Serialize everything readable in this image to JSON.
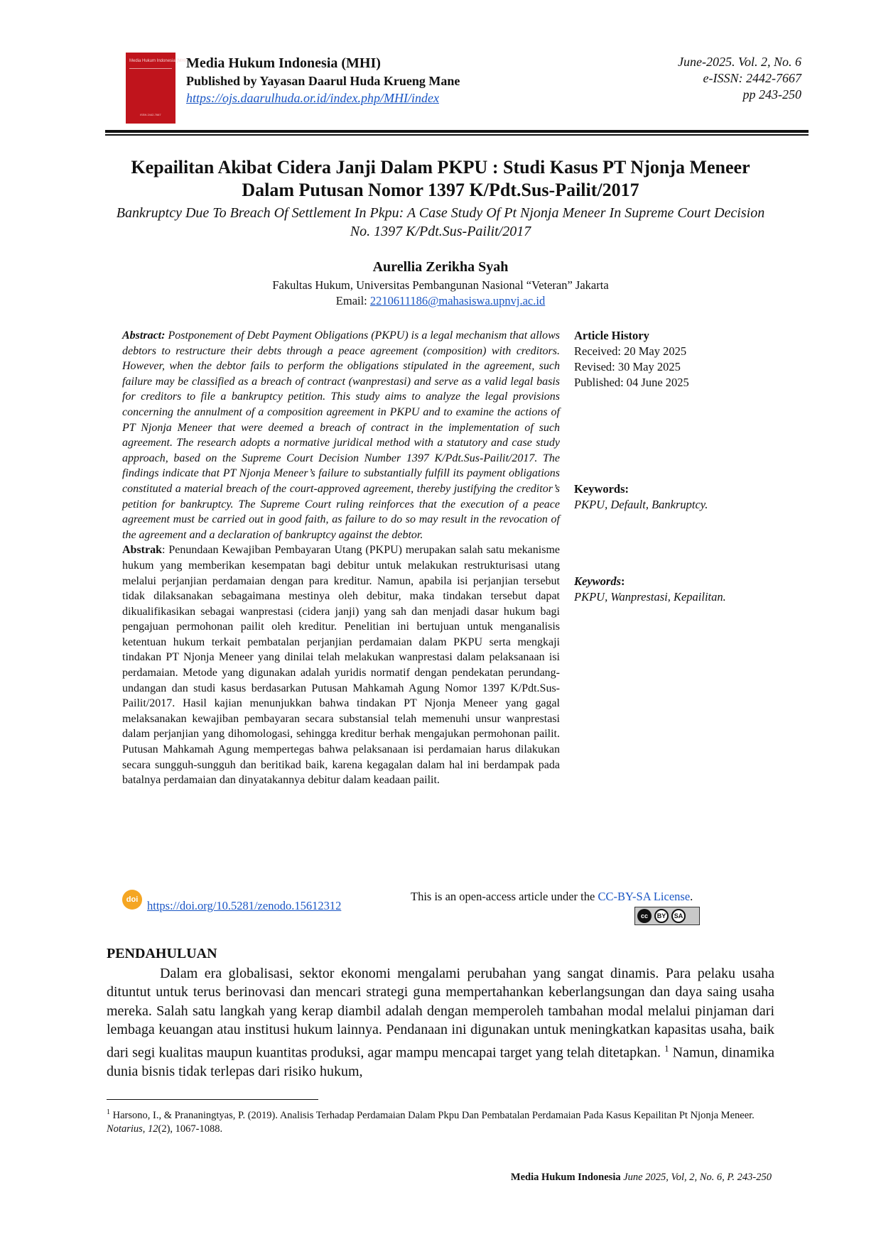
{
  "header": {
    "cover_title": "Media Hukum Indonesia (MHI)",
    "cover_issn": "ISSN 2442-7667",
    "journal_name": "Media Hukum Indonesia (MHI)",
    "publisher": "Published by Yayasan Daarul Huda Krueng Mane",
    "url": "https://ojs.daarulhuda.or.id/index.php/MHI/index",
    "issue": "June-2025. Vol. 2, No. 6",
    "eissn": "e-ISSN: 2442-7667",
    "pages": "pp 243-250"
  },
  "article": {
    "title": "Kepailitan Akibat Cidera Janji Dalam PKPU : Studi Kasus PT Njonja Meneer Dalam Putusan Nomor 1397 K/Pdt.Sus-Pailit/2017",
    "subtitle": "Bankruptcy Due To Breach Of Settlement In Pkpu: A Case Study Of Pt Njonja Meneer In Supreme Court Decision No. 1397 K/Pdt.Sus-Pailit/2017",
    "author": "Aurellia Zerikha Syah",
    "affiliation": "Fakultas Hukum, Universitas Pembangunan Nasional “Veteran” Jakarta",
    "email_label": "Email: ",
    "email": "2210611186@mahasiswa.upnvj.ac.id"
  },
  "abstract_en": {
    "label": "Abstract:",
    "text": " Postponement of Debt Payment Obligations (PKPU) is a legal mechanism that allows debtors to restructure their debts through a peace agreement (composition) with creditors. However, when the debtor fails to perform the obligations stipulated in the agreement, such failure may be classified as a breach of contract (wanprestasi) and serve as a valid legal basis for creditors to file a bankruptcy petition. This study aims to analyze the legal provisions concerning the annulment of a composition agreement in PKPU and to examine the actions of PT Njonja Meneer that were deemed a breach of contract in the implementation of such agreement. The research adopts a normative juridical method with a statutory and case study approach, based on the Supreme Court Decision Number 1397 K/Pdt.Sus-Pailit/2017. The findings indicate that PT Njonja Meneer’s failure to substantially fulfill its payment obligations constituted a material breach of the court-approved agreement, thereby justifying the creditor’s petition for bankruptcy. The Supreme Court ruling reinforces that the execution of a peace agreement must be carried out in good faith, as failure to do so may result in the revocation of the agreement and a declaration of bankruptcy against the debtor."
  },
  "abstract_id": {
    "label": "Abstrak",
    "text": ": Penundaan Kewajiban Pembayaran Utang (PKPU) merupakan salah satu mekanisme hukum yang memberikan kesempatan bagi debitur untuk melakukan restrukturisasi utang melalui perjanjian perdamaian dengan para kreditur. Namun, apabila isi perjanjian tersebut tidak dilaksanakan sebagaimana mestinya oleh debitur, maka tindakan tersebut dapat dikualifikasikan sebagai wanprestasi (cidera janji) yang sah dan menjadi dasar hukum bagi pengajuan permohonan pailit oleh kreditur. Penelitian ini bertujuan untuk menganalisis ketentuan hukum terkait pembatalan perjanjian perdamaian dalam PKPU serta mengkaji tindakan PT Njonja Meneer yang dinilai telah melakukan wanprestasi dalam pelaksanaan isi perdamaian. Metode yang digunakan adalah yuridis normatif dengan pendekatan perundang-undangan dan studi kasus berdasarkan Putusan Mahkamah Agung Nomor 1397 K/Pdt.Sus-Pailit/2017. Hasil kajian menunjukkan bahwa tindakan PT Njonja Meneer yang gagal melaksanakan kewajiban pembayaran secara substansial telah memenuhi unsur wanprestasi dalam perjanjian yang dihomologasi, sehingga kreditur berhak mengajukan permohonan pailit. Putusan Mahkamah Agung mempertegas bahwa pelaksanaan isi perdamaian harus dilakukan secara sungguh-sungguh dan beritikad baik, karena kegagalan dalam hal ini berdampak pada batalnya perdamaian dan dinyatakannya debitur dalam keadaan pailit."
  },
  "history": {
    "heading": "Article History",
    "received": "Received: 20 May 2025",
    "revised": "Revised: 30 May 2025",
    "published": "Published: 04 June 2025"
  },
  "keywords_en": {
    "heading": "Keywords:",
    "text": "PKPU, Default, Bankruptcy."
  },
  "keywords_id": {
    "heading": "Keywords",
    "colon": ":",
    "text": "PKPU, Wanprestasi, Kepailitan."
  },
  "doi": {
    "icon_text": "doi",
    "link": "https://doi.org/10.5281/zenodo.15612312"
  },
  "license": {
    "prefix": "This is an open-access article under the ",
    "link": "CC-BY-SA License",
    "suffix": ".",
    "badge_cc": "cc",
    "badge_by": "BY",
    "badge_sa": "SA"
  },
  "body": {
    "heading": "PENDAHULUAN",
    "paragraph": "Dalam era globalisasi, sektor ekonomi mengalami perubahan yang sangat dinamis. Para pelaku usaha dituntut untuk terus berinovasi dan mencari strategi guna mempertahankan keberlangsungan dan daya saing usaha mereka. Salah satu langkah yang kerap diambil adalah dengan memperoleh tambahan modal melalui pinjaman dari lembaga keuangan atau institusi hukum lainnya. Pendanaan ini digunakan untuk meningkatkan kapasitas usaha, baik dari segi kualitas maupun kuantitas produksi, agar mampu mencapai target yang telah ditetapkan.",
    "footnote_ref": "1",
    "paragraph_cont": " Namun, dinamika dunia bisnis tidak terlepas dari risiko hukum,"
  },
  "footnote": {
    "number": "1",
    "text_a": " Harsono, I., & Prananingtyas, P. (2019). Analisis Terhadap Perdamaian Dalam Pkpu Dan Pembatalan Perdamaian Pada Kasus Kepailitan Pt Njonja Meneer. ",
    "journal": "Notarius",
    "text_b": ", ",
    "volume": "12",
    "text_c": "(2), 1067-1088."
  },
  "footer": {
    "journal": "Media Hukum Indonesia",
    "info": " June 2025, Vol, 2, No. 6, P. 243-250"
  }
}
